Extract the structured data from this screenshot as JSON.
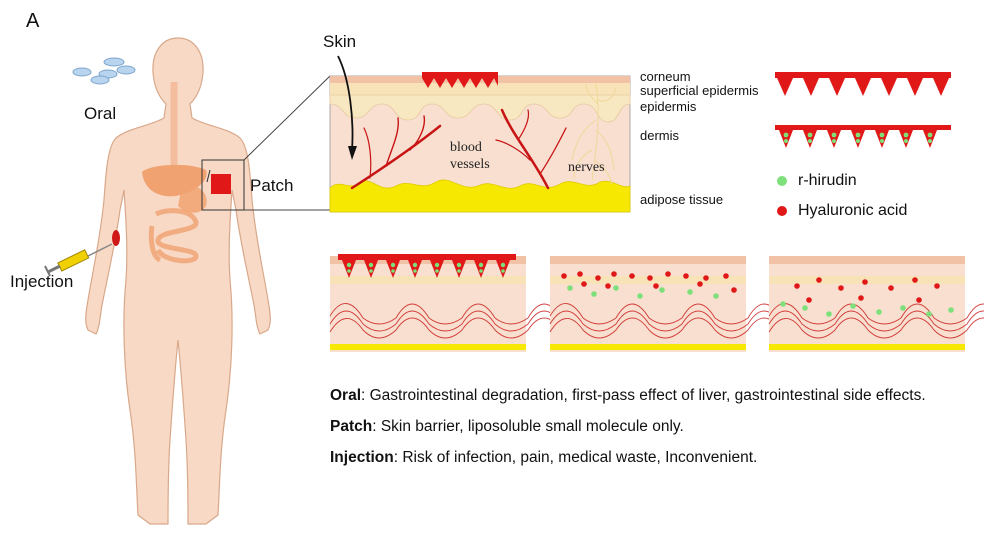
{
  "panel_label": "A",
  "body_labels": {
    "oral": "Oral",
    "patch": "Patch",
    "injection": "Injection",
    "skin": "Skin"
  },
  "skin_section": {
    "blood_vessels_line1": "blood",
    "blood_vessels_line2": "vessels",
    "nerves": "nerves",
    "layers": {
      "corneum": "corneum",
      "superficial_epidermis": "superficial epidermis",
      "epidermis": "epidermis",
      "dermis": "dermis",
      "adipose": "adipose tissue"
    }
  },
  "legend": {
    "r_hirudin": "r-hirudin",
    "hyaluronic_acid": "Hyaluronic acid",
    "colors": {
      "r_hirudin": "#7ee07a",
      "hyaluronic_acid": "#e01818"
    }
  },
  "notes": [
    {
      "term": "Oral",
      "text": ": Gastrointestinal degradation, first-pass effect of liver, gastrointestinal side effects."
    },
    {
      "term": "Patch",
      "text": ": Skin barrier, liposoluble small molecule only."
    },
    {
      "term": "Injection",
      "text": ": Risk of infection, pain, medical waste, Inconvenient."
    }
  ],
  "colors": {
    "skin": "#f5d3bd",
    "epidermis_band": "#f7e3a8",
    "fat": "#f6e800",
    "vessel": "#c81414",
    "patch": "#e01818"
  }
}
